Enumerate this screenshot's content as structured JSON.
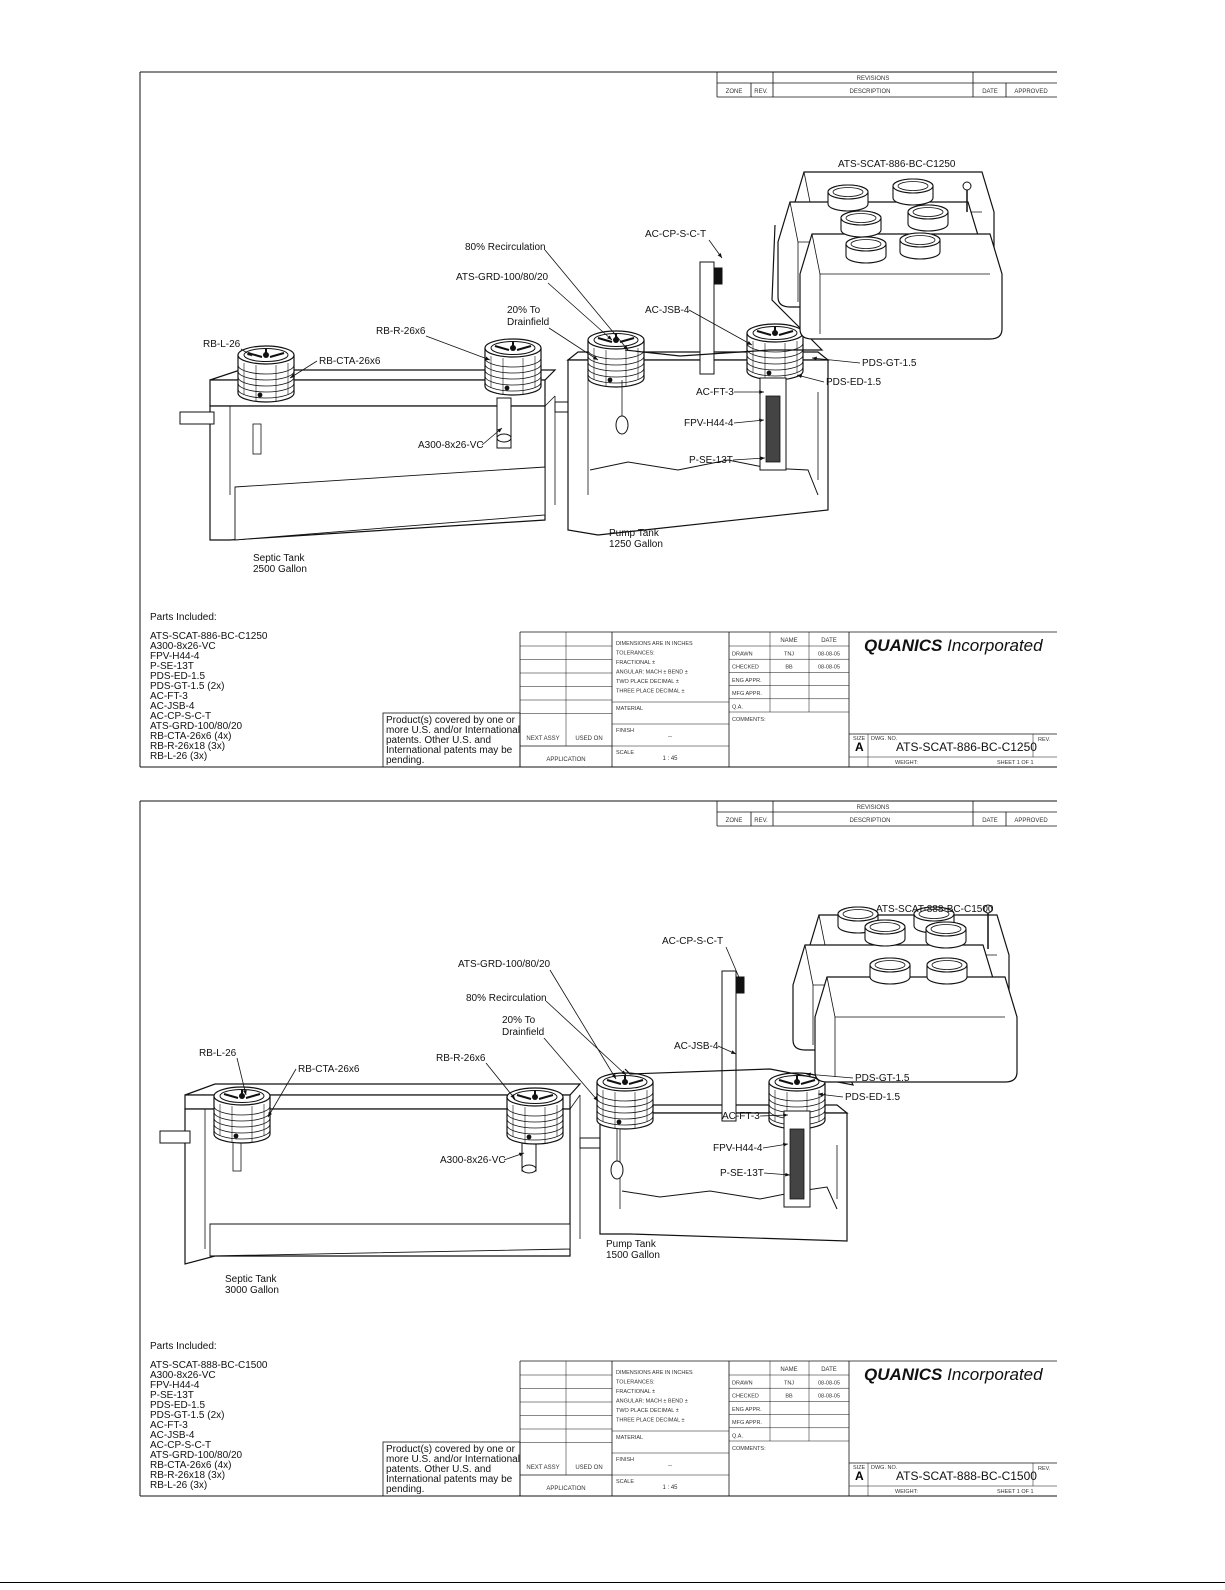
{
  "sheets": [
    {
      "model": "ATS-SCAT-886-BC-C1250",
      "revisions": {
        "title": "REVISIONS",
        "headers": [
          "ZONE",
          "REV.",
          "DESCRIPTION",
          "DATE",
          "APPROVED"
        ]
      },
      "callouts": {
        "model": "ATS-SCAT-886-BC-C1250",
        "ac_cp": "AC-CP-S-C-T",
        "recirc": "80% Recirculation",
        "grd": "ATS-GRD-100/80/20",
        "drain1": "20% To",
        "drain2": "Drainfield",
        "jsb": "AC-JSB-4",
        "rbr": "RB-R-26x6",
        "rbl": "RB-L-26",
        "rbcta": "RB-CTA-26x6",
        "pdsgt": "PDS-GT-1.5",
        "pdsed": "PDS-ED-1.5",
        "acft": "AC-FT-3",
        "fpv": "FPV-H44-4",
        "a300": "A300-8x26-VC",
        "pse": "P-SE-13T",
        "pump1": "Pump Tank",
        "pump2": "1250 Gallon",
        "septic1": "Septic Tank",
        "septic2": "2500 Gallon"
      },
      "parts_title": "Parts Included:",
      "parts": [
        "ATS-SCAT-886-BC-C1250",
        "A300-8x26-VC",
        "FPV-H44-4",
        "P-SE-13T",
        "PDS-ED-1.5",
        "PDS-GT-1.5 (2x)",
        "AC-FT-3",
        "AC-JSB-4",
        "AC-CP-S-C-T",
        "ATS-GRD-100/80/20",
        "RB-CTA-26x6 (4x)",
        "RB-R-26x18 (3x)",
        "RB-L-26 (3x)"
      ],
      "title_block": {
        "dims": [
          "DIMENSIONS ARE IN INCHES",
          "TOLERANCES:",
          "FRACTIONAL ±",
          "ANGULAR: MACH ±   BEND ±",
          "TWO PLACE DECIMAL   ±",
          "THREE PLACE DECIMAL  ±"
        ],
        "material": "MATERIAL",
        "finish": "FINISH",
        "finish_value": "--",
        "scale_label": "SCALE",
        "scale_value": "1 : 45",
        "next_assy": "NEXT ASSY",
        "used_on": "USED ON",
        "application": "APPLICATION",
        "name_header": "NAME",
        "date_header": "DATE",
        "drawn": "DRAWN",
        "drawn_name": "TNJ",
        "drawn_date": "08-08-05",
        "checked": "CHECKED",
        "checked_name": "BB",
        "checked_date": "08-08-05",
        "eng": "ENG APPR.",
        "mfg": "MFG APPR.",
        "qa": "Q.A.",
        "comments": "COMMENTS:",
        "company_bold": "QUANICS",
        "company_rest": "Incorporated",
        "size_label": "SIZE",
        "size": "A",
        "dwg_no_label": "DWG.  NO.",
        "dwg_no": "ATS-SCAT-886-BC-C1250",
        "rev_label": "REV.",
        "weight": "WEIGHT:",
        "sheet": "SHEET 1 OF 1",
        "notice": [
          "Product(s) covered by one or",
          "more U.S. and/or International",
          "patents. Other U.S. and",
          "International patents may be",
          "pending."
        ]
      }
    },
    {
      "model": "ATS-SCAT-888-BC-C1500",
      "revisions": {
        "title": "REVISIONS",
        "headers": [
          "ZONE",
          "REV.",
          "DESCRIPTION",
          "DATE",
          "APPROVED"
        ]
      },
      "callouts": {
        "model": "ATS-SCAT-888-BC-C1500",
        "ac_cp": "AC-CP-S-C-T",
        "recirc": "80% Recirculation",
        "grd": "ATS-GRD-100/80/20",
        "drain1": "20% To",
        "drain2": "Drainfield",
        "jsb": "AC-JSB-4",
        "rbr": "RB-R-26x6",
        "rbl": "RB-L-26",
        "rbcta": "RB-CTA-26x6",
        "pdsgt": "PDS-GT-1.5",
        "pdsed": "PDS-ED-1.5",
        "acft": "AC-FT-3",
        "fpv": "FPV-H44-4",
        "a300": "A300-8x26-VC",
        "pse": "P-SE-13T",
        "pump1": "Pump Tank",
        "pump2": "1500 Gallon",
        "septic1": "Septic Tank",
        "septic2": "3000 Gallon"
      },
      "parts_title": "Parts Included:",
      "parts": [
        "ATS-SCAT-888-BC-C1500",
        "A300-8x26-VC",
        "FPV-H44-4",
        "P-SE-13T",
        "PDS-ED-1.5",
        "PDS-GT-1.5 (2x)",
        "AC-FT-3",
        "AC-JSB-4",
        "AC-CP-S-C-T",
        "ATS-GRD-100/80/20",
        "RB-CTA-26x6 (4x)",
        "RB-R-26x18 (3x)",
        "RB-L-26 (3x)"
      ],
      "title_block": {
        "dims": [
          "DIMENSIONS ARE IN INCHES",
          "TOLERANCES:",
          "FRACTIONAL ±",
          "ANGULAR: MACH ±   BEND ±",
          "TWO PLACE DECIMAL   ±",
          "THREE PLACE DECIMAL  ±"
        ],
        "material": "MATERIAL",
        "finish": "FINISH",
        "finish_value": "--",
        "scale_label": "SCALE",
        "scale_value": "1 : 45",
        "next_assy": "NEXT ASSY",
        "used_on": "USED ON",
        "application": "APPLICATION",
        "name_header": "NAME",
        "date_header": "DATE",
        "drawn": "DRAWN",
        "drawn_name": "TNJ",
        "drawn_date": "08-08-05",
        "checked": "CHECKED",
        "checked_name": "BB",
        "checked_date": "08-08-05",
        "eng": "ENG APPR.",
        "mfg": "MFG APPR.",
        "qa": "Q.A.",
        "comments": "COMMENTS:",
        "company_bold": "QUANICS",
        "company_rest": "Incorporated",
        "size_label": "SIZE",
        "size": "A",
        "dwg_no_label": "DWG.  NO.",
        "dwg_no": "ATS-SCAT-888-BC-C1500",
        "rev_label": "REV.",
        "weight": "WEIGHT:",
        "sheet": "SHEET 1 OF 1",
        "notice": [
          "Product(s) covered by one or",
          "more U.S. and/or International",
          "patents. Other U.S. and",
          "International patents may be",
          "pending."
        ]
      }
    }
  ]
}
